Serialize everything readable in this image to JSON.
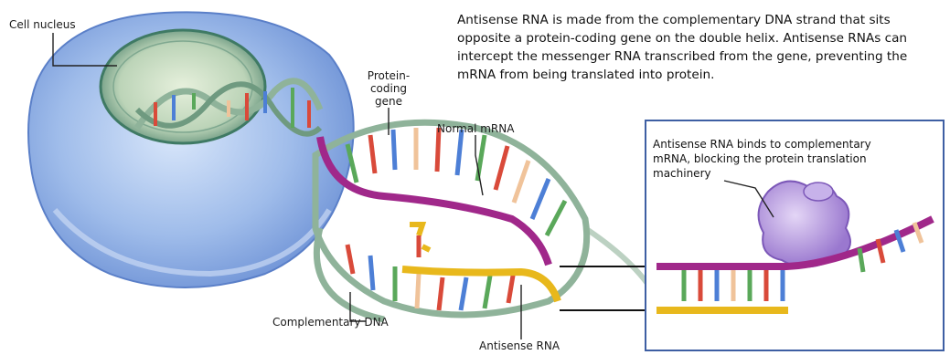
{
  "caption": "Antisense RNA is made from the complementary DNA strand that sits opposite a protein-coding gene on the double helix. Antisense RNAs can intercept the messenger RNA transcribed from the gene, preventing the mRNA from being translated into protein.",
  "labels": {
    "cell_nucleus": "Cell nucleus",
    "protein_coding_gene": [
      "Protein-",
      "coding",
      "gene"
    ],
    "normal_mrna": "Normal mRNA",
    "complementary_dna": "Complementary DNA",
    "antisense_rna": "Antisense RNA"
  },
  "inset": {
    "text": [
      "Antisense RNA binds to complementary",
      "mRNA, blocking the protein translation",
      "machinery"
    ]
  },
  "colors": {
    "dna_backbone": "#8fb39a",
    "mrna": "#a0288a",
    "antisense": "#e8b81c",
    "nucleus": "#3f7a64",
    "cell": "#8fb0e2",
    "ribosome": "#a98ad6",
    "base_red": "#d94a3a",
    "base_blue": "#4d7fd6",
    "base_green": "#5aa85a",
    "base_peach": "#f0c39a"
  }
}
